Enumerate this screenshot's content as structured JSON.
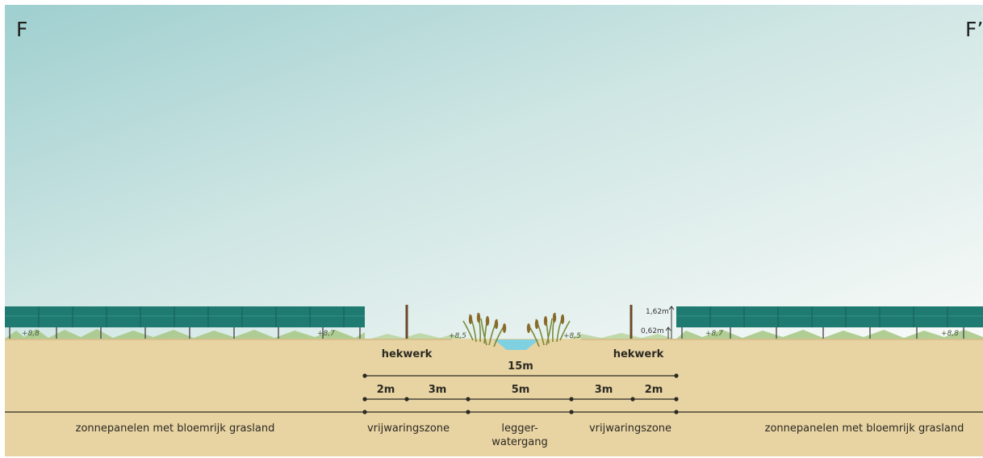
{
  "section": {
    "start": "F",
    "end": "F’"
  },
  "fences": {
    "left": "hekwerk",
    "right": "hekwerk"
  },
  "levels": {
    "far_left": "+8,8",
    "left_panel": "+8,7",
    "ditch_left": "+8,5",
    "ditch_right": "+8,5",
    "right_panel": "+8,7",
    "far_right": "+8,8"
  },
  "heights": {
    "top": "1,62m",
    "bottom": "0,62m"
  },
  "dimensions": {
    "total": "15m",
    "segments": [
      "2m",
      "3m",
      "5m",
      "3m",
      "2m"
    ]
  },
  "zones": {
    "left": "zonnepanelen met bloemrijk grasland",
    "buffer_left": "vrijwaringszone",
    "ditch_line1": "legger-",
    "ditch_line2": "watergang",
    "buffer_right": "vrijwaringszone",
    "right": "zonnepanelen met bloemrijk grasland"
  },
  "colors": {
    "sky_top": "#a9d3d3",
    "sky_bottom": "#f6f9f6",
    "ground": "#e8d3a3",
    "panel": "#1f7a72",
    "water": "#7fd0e0",
    "reed": "#8a6a2a"
  }
}
